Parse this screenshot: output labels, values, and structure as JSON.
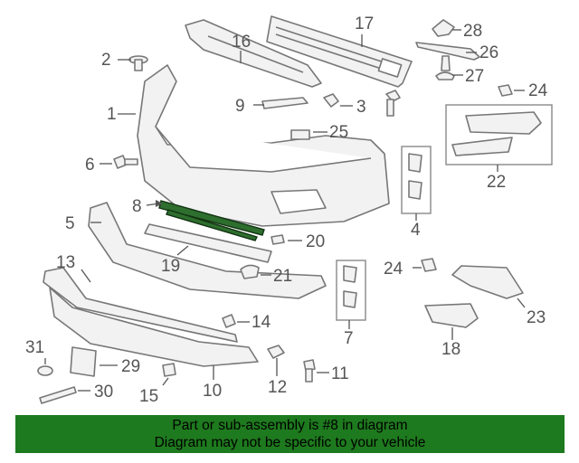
{
  "callouts": {
    "c1": "1",
    "c2": "2",
    "c3": "3",
    "c4": "4",
    "c5": "5",
    "c6": "6",
    "c7": "7",
    "c8": "8",
    "c9": "9",
    "c10": "10",
    "c11": "11",
    "c12": "12",
    "c13": "13",
    "c14": "14",
    "c15": "15",
    "c16": "16",
    "c17": "17",
    "c18": "18",
    "c19": "19",
    "c20": "20",
    "c21": "21",
    "c22": "22",
    "c23": "23",
    "c24a": "24",
    "c24b": "24",
    "c25": "25",
    "c26": "26",
    "c27": "27",
    "c28": "28",
    "c29": "29",
    "c30": "30",
    "c31": "31"
  },
  "highlighted_part": "8",
  "footer": {
    "line1": "Part or sub-assembly is #8 in diagram",
    "line2": "Diagram may not be specific to your vehicle"
  },
  "colors": {
    "footer_background": "#1e7a1e",
    "highlight_part": "#2e6e2e",
    "line_art": "#777777"
  }
}
